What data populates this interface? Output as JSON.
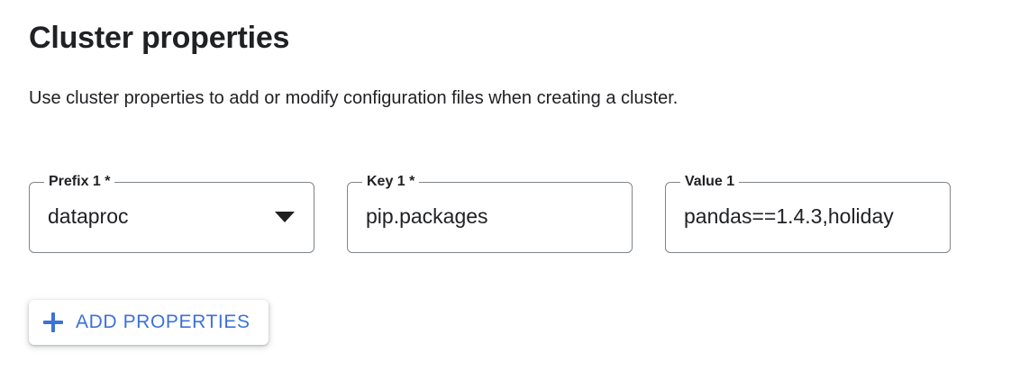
{
  "section": {
    "title": "Cluster properties",
    "description": "Use cluster properties to add or modify configuration files when creating a cluster."
  },
  "fields": [
    {
      "name": "prefix",
      "label": "Prefix 1 *",
      "value": "dataproc",
      "type": "select",
      "required": true,
      "icon": "dropdown-arrow-icon"
    },
    {
      "name": "key",
      "label": "Key 1 *",
      "value": "pip.packages",
      "type": "text",
      "required": true,
      "placeholder": ""
    },
    {
      "name": "value",
      "label": "Value 1",
      "value": "pandas==1.4.3,holiday",
      "type": "text",
      "required": false,
      "placeholder": ""
    }
  ],
  "add_button": {
    "label": "ADD PROPERTIES",
    "icon": "plus-icon",
    "color": "#3c72d7"
  },
  "colors": {
    "background": "#ffffff",
    "text": "#202124",
    "field_border": "#80868b",
    "accent": "#3c72d7",
    "caret": "#1f1f1f"
  }
}
